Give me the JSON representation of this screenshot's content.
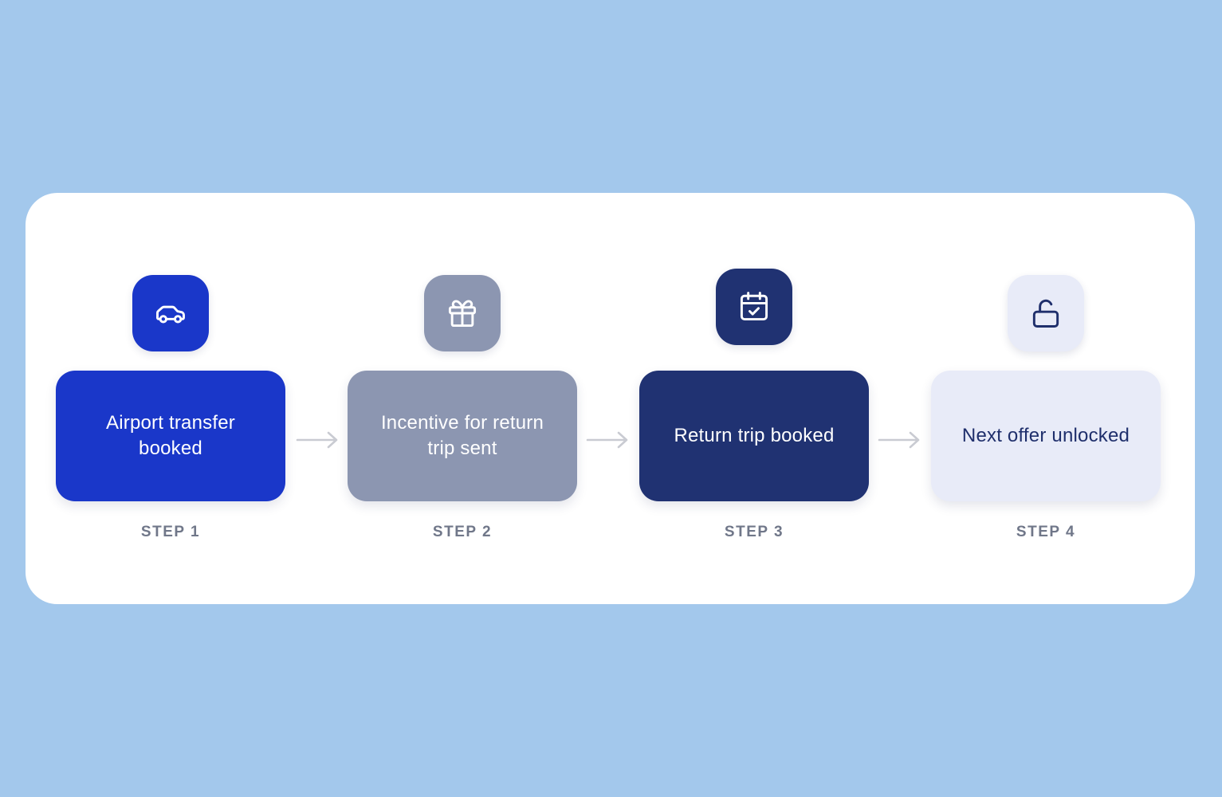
{
  "colors": {
    "background": "#a3c8ec",
    "card": "#ffffff",
    "step_label": "#707789",
    "arrow": "#c9cbd2"
  },
  "steps": [
    {
      "text": "Airport transfer booked",
      "label": "STEP 1",
      "icon": "car-icon",
      "box_color": "#1a37c9",
      "text_color": "#ffffff",
      "icon_bg": "#1a37c9",
      "icon_color": "#ffffff"
    },
    {
      "text": "Incentive for return trip sent",
      "label": "STEP 2",
      "icon": "gift-icon",
      "box_color": "#8c96b1",
      "text_color": "#ffffff",
      "icon_bg": "#8c96b1",
      "icon_color": "#ffffff"
    },
    {
      "text": "Return trip booked",
      "label": "STEP 3",
      "icon": "calendar-check-icon",
      "box_color": "#203272",
      "text_color": "#ffffff",
      "icon_bg": "#203272",
      "icon_color": "#ffffff"
    },
    {
      "text": "Next offer unlocked",
      "label": "STEP 4",
      "icon": "unlock-icon",
      "box_color": "#e8ebf8",
      "text_color": "#1f2f6c",
      "icon_bg": "#e8ebf8",
      "icon_color": "#1f2f6c"
    }
  ]
}
